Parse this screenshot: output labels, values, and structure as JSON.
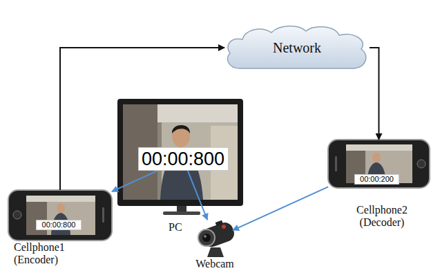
{
  "diagram": {
    "nodes": [
      {
        "text": [
          "Network"
        ]
      },
      {
        "text": [
          "PC"
        ]
      },
      {
        "text": [
          "00:00:800"
        ],
        "in": 1
      },
      {
        "text": [
          "Cellphone2 (Decoder)"
        ]
      },
      {
        "text": [
          "00:00:200"
        ],
        "in": 3
      },
      {
        "text": [
          "Cellphone1 (Encoder)"
        ]
      },
      {
        "text": [
          "00:00:800"
        ],
        "in": 5
      },
      {
        "text": [
          "Webcam"
        ]
      }
    ],
    "edges": [
      {
        "from": 5,
        "to": 0,
        "arrow": "to"
      },
      {
        "from": 0,
        "to": 3,
        "arrow": "to"
      },
      {
        "from": 2,
        "to": 5,
        "arrow": "to"
      },
      {
        "from": 2,
        "to": 7,
        "arrow": "to"
      },
      {
        "from": 3,
        "to": 7,
        "arrow": "to"
      }
    ]
  }
}
